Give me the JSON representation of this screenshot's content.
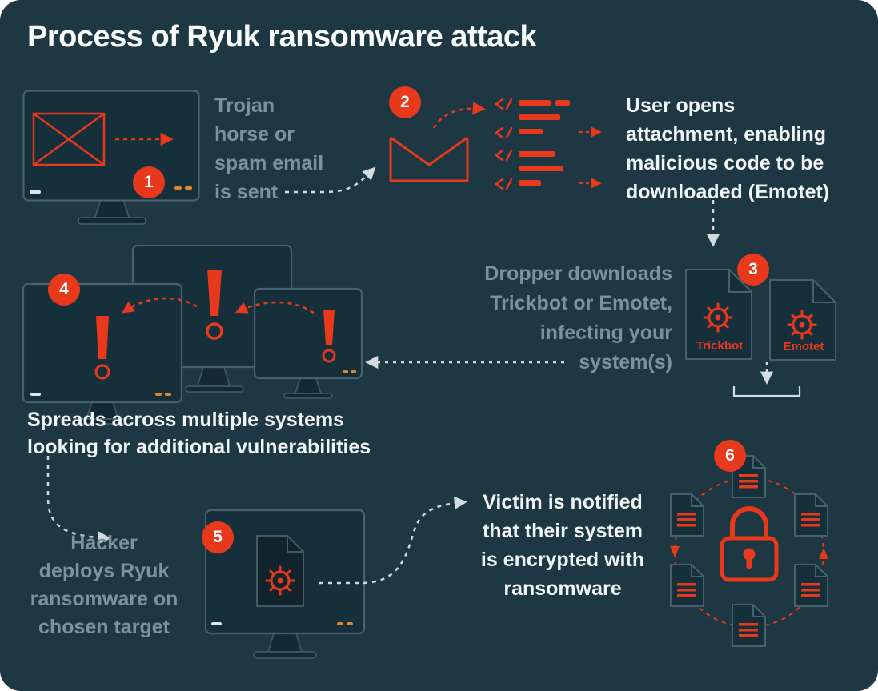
{
  "title": "Process of Ryuk ransomware attack",
  "colors": {
    "background": "#1d3743",
    "accent_red": "#e8391c",
    "muted_text": "#7e929b",
    "light_text": "#f2f5f6",
    "arrow_light": "#d2dce0",
    "panel_fill": "#15303b",
    "panel_outline": "#47626d",
    "amber_dash": "#e2862b"
  },
  "badges": {
    "step1": "1",
    "step2": "2",
    "step3": "3",
    "step4": "4",
    "step5": "5",
    "step6": "6"
  },
  "captions": {
    "step1": "Trojan\nhorse or\nspam email\nis sent",
    "step2": "User opens\nattachment, enabling\nmalicious code to be\ndownloaded (Emotet)",
    "step3": "Dropper downloads\nTrickbot or Emotet,\ninfecting your\nsystem(s)",
    "step4": "Spreads across multiple systems\nlooking for additional vulnerabilities",
    "step5": "Hacker\ndeploys Ryuk\nransomware on\nchosen target",
    "step6": "Victim is notified\nthat their system\nis encrypted with\nransomware"
  },
  "file_labels": {
    "trickbot": "Trickbot",
    "emotet": "Emotet"
  }
}
